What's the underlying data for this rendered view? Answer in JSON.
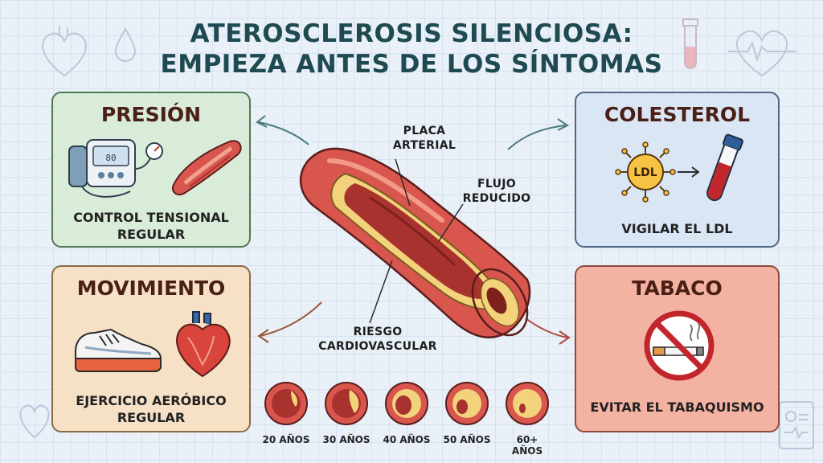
{
  "title": {
    "line1": "ATEROSCLEROSIS SILENCIOSA:",
    "line2": "EMPIEZA ANTES DE LOS SÍNTOMAS"
  },
  "panels": {
    "presion": {
      "heading": "PRESIÓN",
      "caption_line1": "CONTROL TENSIONAL",
      "caption_line2": "REGULAR",
      "monitor_text": "80"
    },
    "colesterol": {
      "heading": "COLESTEROL",
      "badge": "LDL",
      "caption": "VIGILAR EL LDL"
    },
    "movimiento": {
      "heading": "MOVIMIENTO",
      "caption_line1": "EJERCICIO AERÓBICO",
      "caption_line2": "REGULAR"
    },
    "tabaco": {
      "heading": "TABACO",
      "caption": "EVITAR EL TABAQUISMO"
    }
  },
  "artery_labels": {
    "placa_line1": "PLACA",
    "placa_line2": "ARTERIAL",
    "flujo_line1": "FLUJO",
    "flujo_line2": "REDUCIDO",
    "riesgo_line1": "RIESGO",
    "riesgo_line2": "CARDIOVASCULAR"
  },
  "age_progression": [
    "20 AÑOS",
    "30 AÑOS",
    "40 AÑOS",
    "50 AÑOS",
    "60+ AÑOS"
  ],
  "colors": {
    "title": "#1f4a52",
    "presion_bg": "#d9ecd9",
    "colesterol_bg": "#dbe6f5",
    "movimiento_bg": "#f7e1c6",
    "tabaco_bg": "#f4b3a2",
    "artery": "#d9564f",
    "plaque": "#f2d27a"
  },
  "icons": [
    "heart-outline-icon",
    "drop-icon",
    "test-tube-icon",
    "heart-pulse-icon",
    "blood-pressure-monitor-icon",
    "vessel-icon",
    "ldl-particle-icon",
    "blood-tube-icon",
    "sneaker-icon",
    "heart-icon",
    "no-smoking-icon",
    "report-icon"
  ]
}
